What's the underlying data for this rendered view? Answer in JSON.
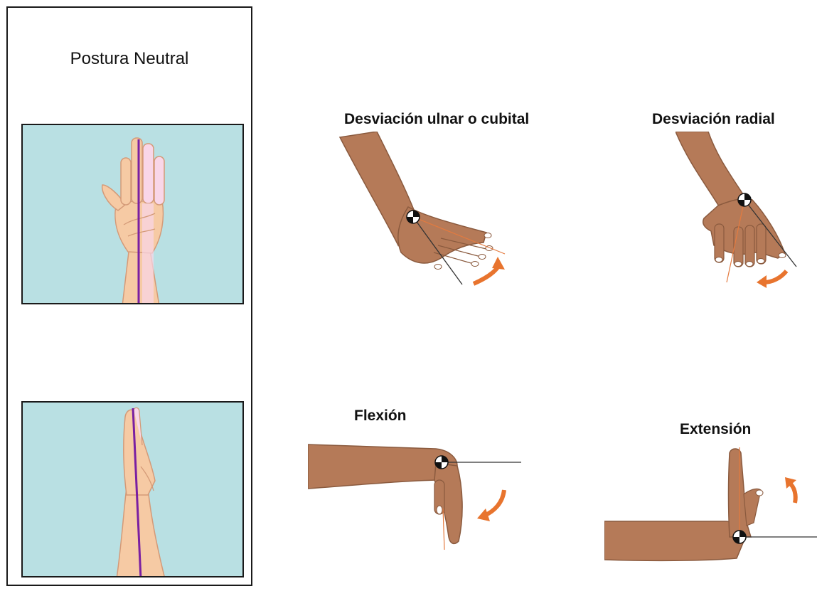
{
  "neutral": {
    "title": "Postura Neutral"
  },
  "postures": {
    "ulnar": "Desviación ulnar o cubital",
    "radial": "Desviación radial",
    "flexion": "Flexión",
    "extension": "Extensión"
  },
  "colors": {
    "frame_bg": "#b9e0e3",
    "skin_light": "#f6caa4",
    "skin_dark": "#b57a58",
    "axis_line": "#7a1fa2",
    "arrow": "#e8742e",
    "ref_line": "#e47a3f"
  },
  "icons": [
    "neutral-hand-palm",
    "neutral-hand-side",
    "ulnar-deviation-hand",
    "radial-deviation-hand",
    "flexion-arm",
    "extension-arm",
    "rotation-arrow",
    "joint-marker"
  ]
}
